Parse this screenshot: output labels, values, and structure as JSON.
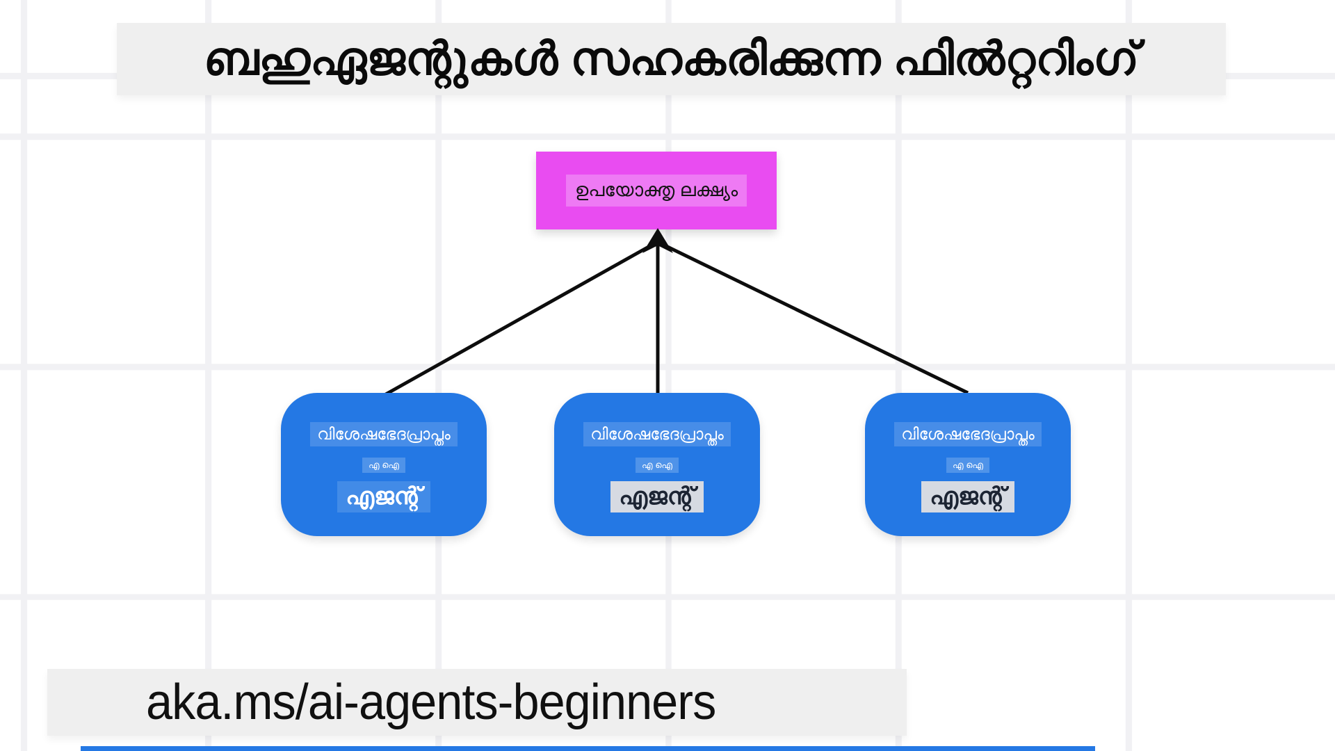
{
  "title": "ബഹുഏജന്റുകൾ സഹകരിക്കുന്ന ഫിൽറ്ററിംഗ്",
  "goal_box": {
    "label": "ഉപയോക്തൃ ലക്ഷ്യം"
  },
  "agents": [
    {
      "specialization": "വിശേഷഭേദപ്രാപ്തം",
      "ai": "എ ഐ",
      "role": "എജന്റ്"
    },
    {
      "specialization": "വിശേഷഭേദപ്രാപ്തം",
      "ai": "എ ഐ",
      "role": "എജന്റ്"
    },
    {
      "specialization": "വിശേഷഭേദപ്രാപ്തം",
      "ai": "എ ഐ",
      "role": "എജന്റ്"
    }
  ],
  "footer": {
    "link": "aka.ms/ai-agents-beginners"
  },
  "colors": {
    "goal_box": "#e94cf1",
    "agent_box": "#2478e4",
    "arrow": "#0d0d0d",
    "band": "#efefef"
  }
}
